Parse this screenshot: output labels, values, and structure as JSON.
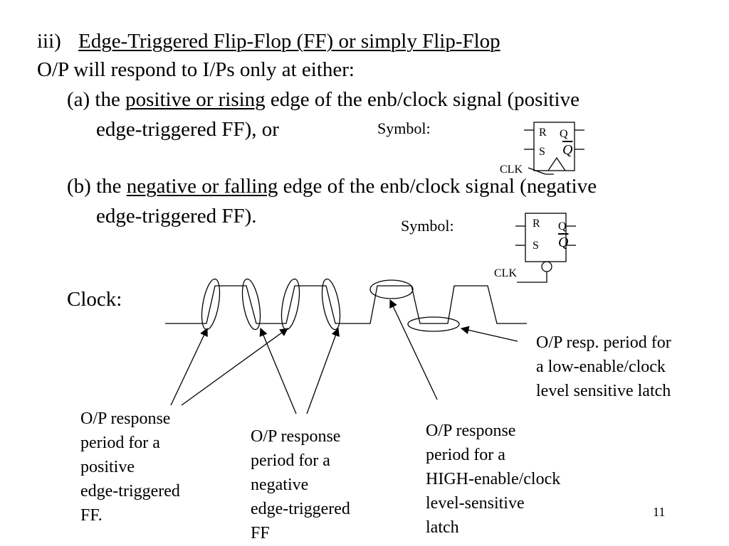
{
  "heading": {
    "number": "iii)",
    "title": "Edge-Triggered Flip-Flop (FF) or simply Flip-Flop"
  },
  "intro": "O/P will respond to I/Ps only at either:",
  "item_a": {
    "prefix": "(a) the ",
    "emphasis": "positive or rising",
    "suffix": " edge of the enb/clock signal (positive",
    "line2": "edge-triggered FF), or",
    "symbol_label": "Symbol:"
  },
  "item_b": {
    "prefix": "(b) the ",
    "emphasis": "negative or falling",
    "suffix": " edge of the enb/clock signal (negative",
    "line2": "edge-triggered FF).",
    "symbol_label": "Symbol:"
  },
  "flipflop_pins": {
    "r": "R",
    "s": "S",
    "q": "Q",
    "qbar": "Q",
    "clk": "CLK"
  },
  "clock_label": "Clock:",
  "captions": {
    "positive": "O/P response\nperiod for a\npositive\nedge-triggered\nFF.",
    "negative": "O/P response\nperiod for a\nnegative\nedge-triggered\nFF",
    "high_enable": "O/P response\nperiod for a\nHIGH-enable/clock\nlevel-sensitive\nlatch",
    "low_enable": "O/P resp. period for\na low-enable/clock\nlevel sensitive latch"
  },
  "page_number": "11"
}
